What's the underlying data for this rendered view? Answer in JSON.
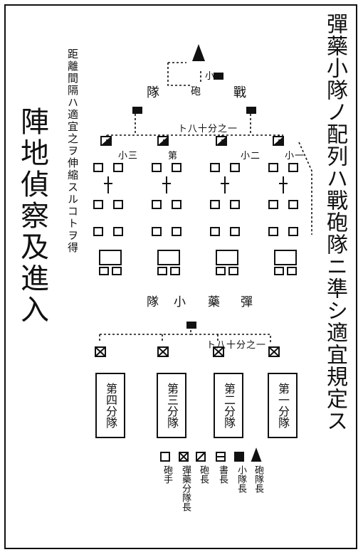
{
  "caption": "彈藥小隊ノ配列ハ戰砲隊ニ準シ適宜規定ス",
  "side_title": "陣地偵察及進入",
  "note": "距離間隔ハ適宜之ヲ伸縮スルコトヲ得",
  "upper": {
    "label_left": "隊",
    "label_right": "戰",
    "label_center": "砲",
    "label_leader": "小",
    "chain1": "ト八十分之一",
    "sections": [
      "小三",
      "第",
      "小二",
      "小一"
    ]
  },
  "middle": {
    "group_label": [
      "彈",
      "藥",
      "小",
      "隊"
    ],
    "chain2": "ト八十分之一"
  },
  "lower": {
    "platoons": [
      "第四分隊",
      "第三分隊",
      "第二分隊",
      "第一分隊"
    ]
  },
  "legend": {
    "items": [
      "砲手",
      "彈藥分隊長",
      "砲長",
      "書長",
      "小隊長",
      "砲隊長"
    ]
  }
}
